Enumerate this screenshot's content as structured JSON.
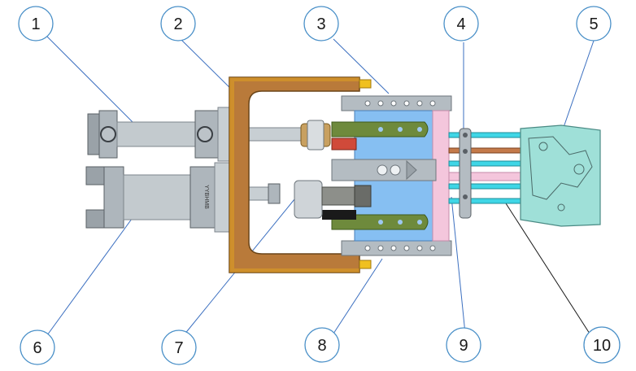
{
  "callouts": [
    "1",
    "2",
    "3",
    "4",
    "5",
    "6",
    "7",
    "8",
    "9",
    "10"
  ],
  "cylinder_text": "YYBHMB",
  "colors": {
    "callout_stroke": "#4a90c8",
    "leader_line": "#3b6fc0",
    "frame_brown": "#b97a3a",
    "frame_gold": "#e0a020",
    "steel": "#b4bcc2",
    "steel_dark": "#7e868c",
    "blue_block": "#86bff2",
    "pink_plate": "#f4c6dc",
    "green_bar": "#6e8a3c",
    "cyan_rod": "#3fd6e6",
    "copper_rod": "#c47a4a",
    "mold": "#9fe0d8"
  }
}
